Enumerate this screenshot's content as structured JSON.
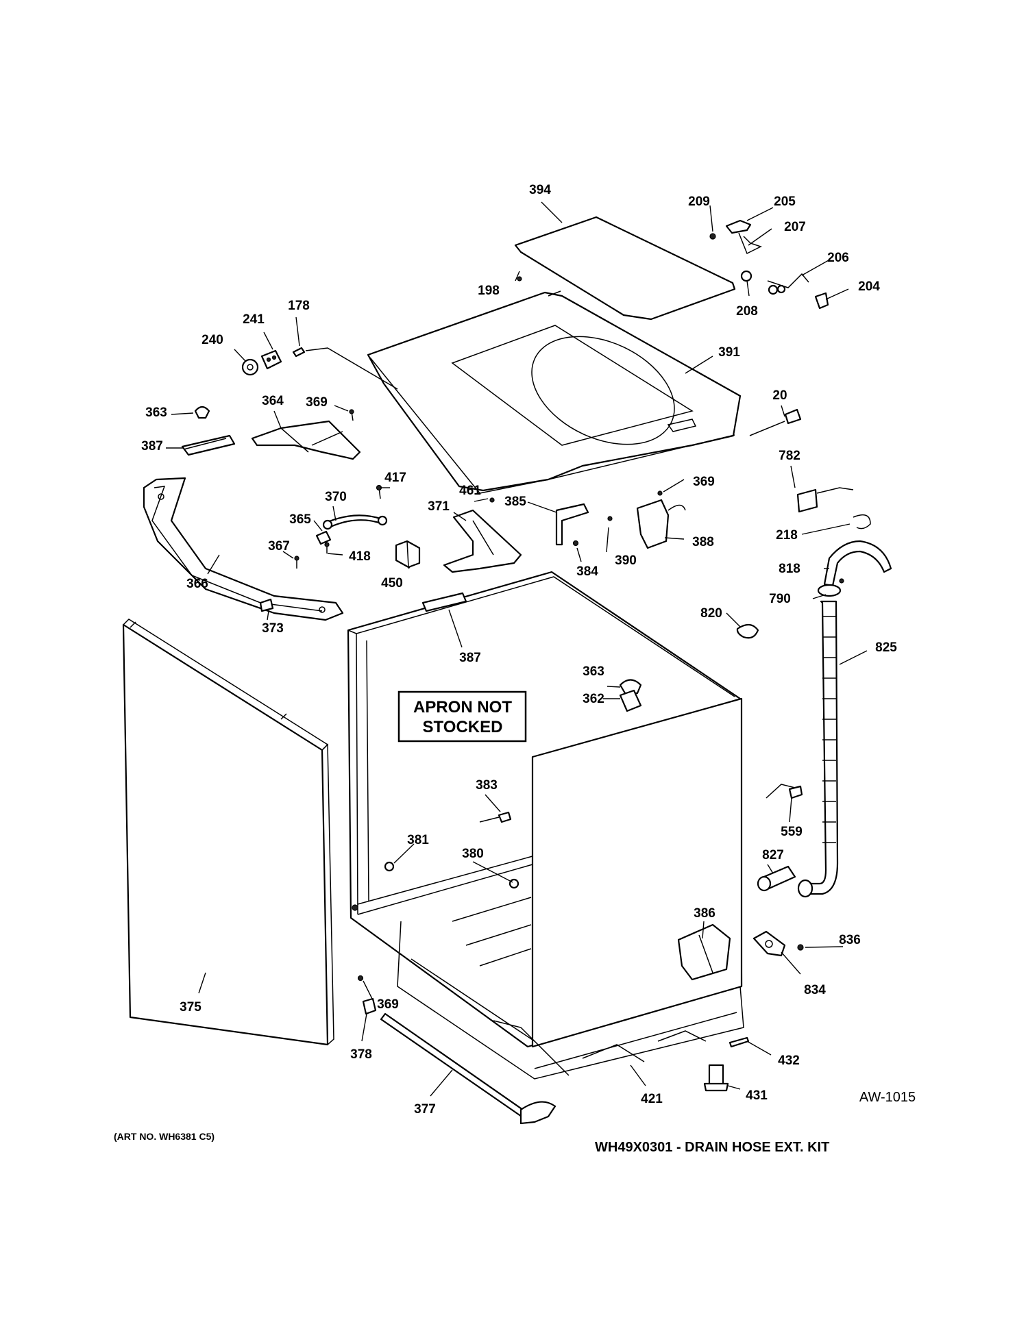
{
  "callouts": [
    "394",
    "209",
    "205",
    "207",
    "206",
    "204",
    "198",
    "208",
    "178",
    "241",
    "240",
    "391",
    "20",
    "363",
    "364",
    "369",
    "387",
    "782",
    "417",
    "461",
    "385",
    "369",
    "370",
    "371",
    "365",
    "218",
    "388",
    "367",
    "418",
    "384",
    "390",
    "818",
    "366",
    "450",
    "790",
    "373",
    "820",
    "825",
    "387",
    "363",
    "362",
    "383",
    "559",
    "381",
    "827",
    "380",
    "386",
    "836",
    "834",
    "375",
    "369",
    "378",
    "432",
    "431",
    "421",
    "377"
  ],
  "notice": [
    "APRON NOT",
    "STOCKED"
  ],
  "diagram_code": "AW-1015",
  "art_number": "(ART NO. WH6381 C5)",
  "kit_text": "WH49X0301 - DRAIN HOSE EXT. KIT"
}
